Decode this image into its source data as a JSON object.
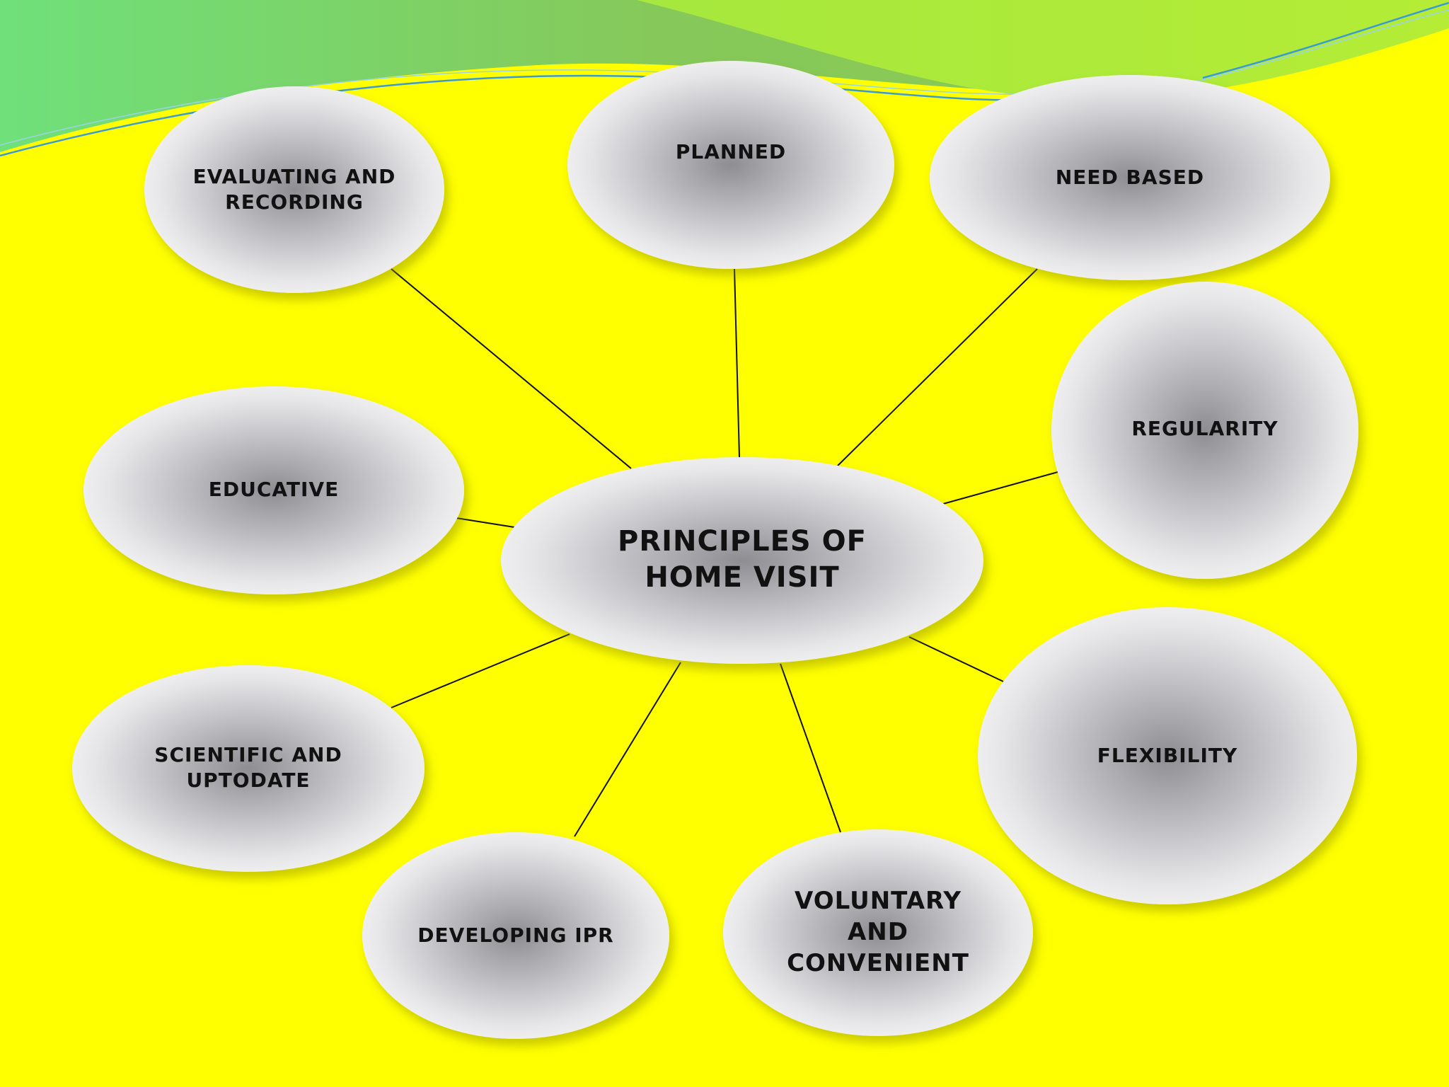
{
  "diagram": {
    "center": {
      "label": "PRINCIPLES OF\nHOME VISIT"
    },
    "nodes": [
      {
        "id": "evaluating",
        "label": "EVALUATING AND\nRECORDING"
      },
      {
        "id": "planned",
        "label": "PLANNED"
      },
      {
        "id": "need-based",
        "label": "NEED BASED"
      },
      {
        "id": "regularity",
        "label": "REGULARITY"
      },
      {
        "id": "educative",
        "label": "EDUCATIVE"
      },
      {
        "id": "flexibility",
        "label": "FLEXIBILITY"
      },
      {
        "id": "scientific",
        "label": "SCIENTIFIC AND\nUPTODATE"
      },
      {
        "id": "developing-ipr",
        "label": "DEVELOPING IPR"
      },
      {
        "id": "voluntary",
        "label": "VOLUNTARY\nAND\nCONVENIENT"
      }
    ]
  },
  "colors": {
    "background": "#ffff00",
    "wave_light": "#b3ea3a",
    "wave_dark": "#74d870",
    "connector": "#111111",
    "text": "#111111"
  }
}
